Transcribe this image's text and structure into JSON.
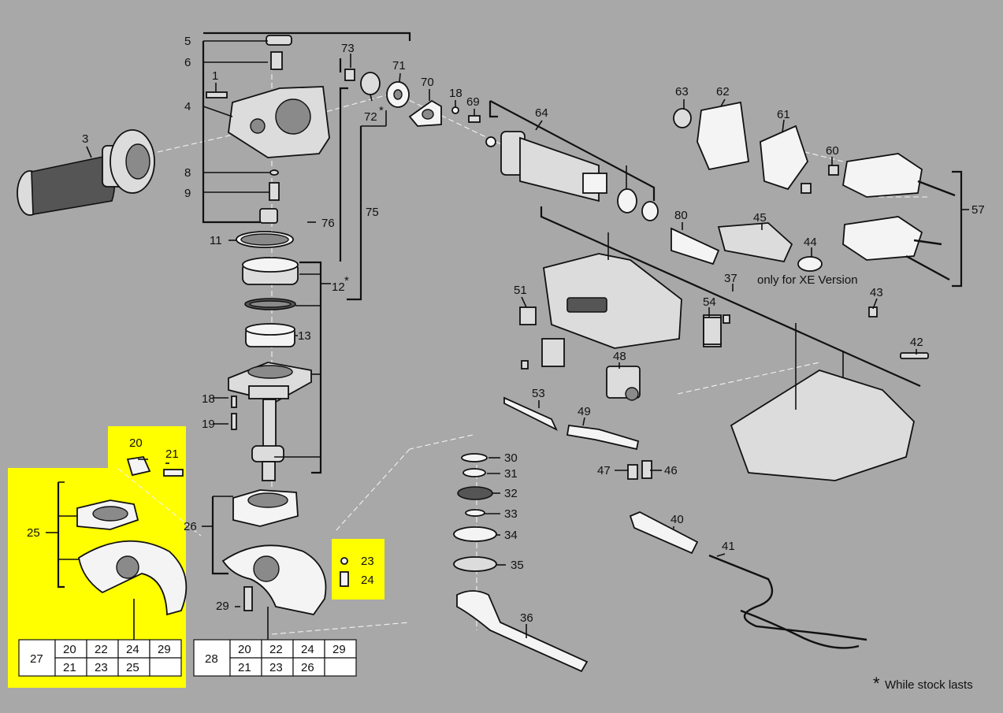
{
  "callouts": {
    "c1": "1",
    "c3": "3",
    "c4": "4",
    "c5": "5",
    "c6": "6",
    "c8": "8",
    "c9": "9",
    "c11": "11",
    "c12": "12",
    "c12_star": "*",
    "c13": "13",
    "c18a": "18",
    "c18b": "18",
    "c19": "19",
    "c20": "20",
    "c21": "21",
    "c23": "23",
    "c24": "24",
    "c25": "25",
    "c26": "26",
    "c29": "29",
    "c30": "30",
    "c31": "31",
    "c32": "32",
    "c33": "33",
    "c34": "34",
    "c35": "35",
    "c36": "36",
    "c37": "37",
    "c40": "40",
    "c41": "41",
    "c42": "42",
    "c43": "43",
    "c44": "44",
    "c45": "45",
    "c46": "46",
    "c47": "47",
    "c48": "48",
    "c49": "49",
    "c51": "51",
    "c53": "53",
    "c54": "54",
    "c57": "57",
    "c60": "60",
    "c61": "61",
    "c62": "62",
    "c63": "63",
    "c64": "64",
    "c69": "69",
    "c70": "70",
    "c71": "71",
    "c72": "72",
    "c72_star": "*",
    "c73": "73",
    "c75": "75",
    "c76": "76",
    "c80": "80"
  },
  "notes": {
    "xe_version": "only for XE Version",
    "footnote_star": "*",
    "footnote_text": "While stock lasts"
  },
  "kit_27": {
    "label": "27",
    "row1": [
      "20",
      "22",
      "24",
      "29"
    ],
    "row2": [
      "21",
      "23",
      "25",
      ""
    ]
  },
  "kit_28": {
    "label": "28",
    "row1": [
      "20",
      "22",
      "24",
      "29"
    ],
    "row2": [
      "21",
      "23",
      "26",
      ""
    ]
  },
  "colors": {
    "background": "#a8a8a8",
    "highlight": "#ffff00",
    "line": "#111111"
  }
}
